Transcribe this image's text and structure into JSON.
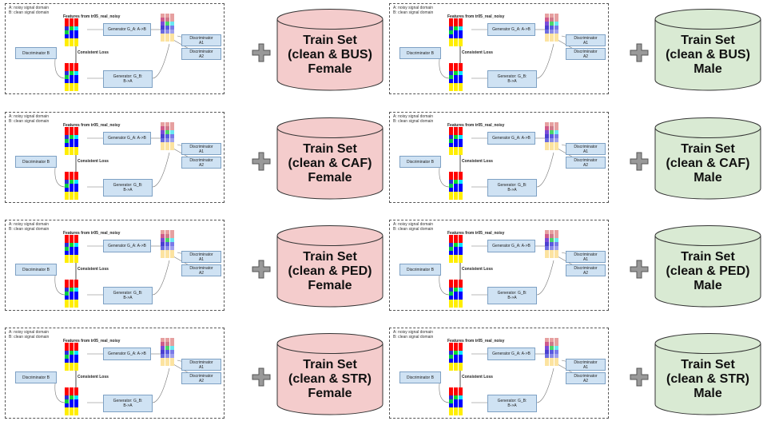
{
  "panel": {
    "legend_a": "A: noisy signal domain",
    "legend_b": "B: clean signal domain",
    "features_title": "Features from tr05_real_noisy",
    "generator_a": "Generator G_A: A->B",
    "generator_b_line1": "Generator: G_B:",
    "generator_b_line2": "B->A",
    "discriminator_b": "Discriminator B",
    "discriminator_a1_line1": "Discriminator",
    "discriminator_a1_line2": "A1",
    "discriminator_a2_line1": "Discriminator",
    "discriminator_a2_line2": "A2",
    "consistent_loss": "Consistent Loss"
  },
  "colors": {
    "female_fill": "#f4cccc",
    "male_fill": "#d9ead3",
    "box_fill": "#cfe2f3",
    "plus_fill": "#999999"
  },
  "train_sets": [
    {
      "line1": "Train Set",
      "line2": "(clean & BUS)",
      "line3": "Female"
    },
    {
      "line1": "Train Set",
      "line2": "(clean & BUS)",
      "line3": "Male"
    },
    {
      "line1": "Train Set",
      "line2": "(clean & CAF)",
      "line3": "Female"
    },
    {
      "line1": "Train Set",
      "line2": "(clean & CAF)",
      "line3": "Male"
    },
    {
      "line1": "Train Set",
      "line2": "(clean & PED)",
      "line3": "Female"
    },
    {
      "line1": "Train Set",
      "line2": "(clean & PED)",
      "line3": "Male"
    },
    {
      "line1": "Train Set",
      "line2": "(clean & STR)",
      "line3": "Female"
    },
    {
      "line1": "Train Set",
      "line2": "(clean & STR)",
      "line3": "Male"
    }
  ]
}
